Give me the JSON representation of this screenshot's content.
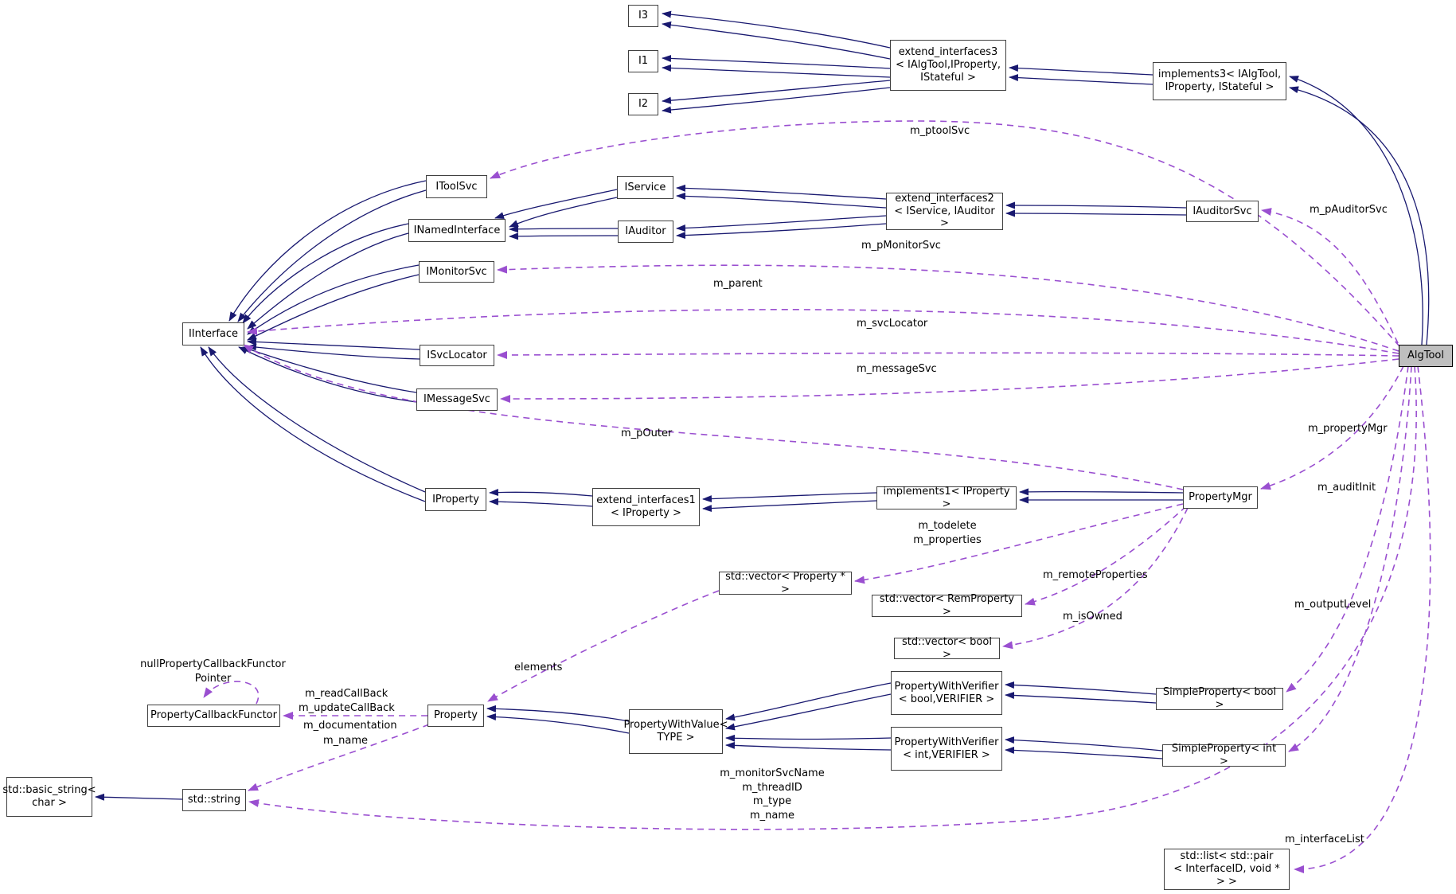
{
  "diagram": {
    "colors": {
      "inheritance_edge": "#191970",
      "usage_edge": "#9a4fd0",
      "node_background": "#ffffff",
      "node_border": "#404040",
      "highlight_background": "#bfbfbf"
    },
    "nodes": {
      "i3": {
        "label": "I3"
      },
      "i1": {
        "label": "I1"
      },
      "i2": {
        "label": "I2"
      },
      "ext3": {
        "label": "extend_interfaces3\n< IAlgTool,IProperty,\nIStateful >"
      },
      "impl3": {
        "label": "implements3< IAlgTool,\nIProperty, IStateful >"
      },
      "itoolsvc": {
        "label": "IToolSvc"
      },
      "iservice": {
        "label": "IService"
      },
      "ext2": {
        "label": "extend_interfaces2\n< IService, IAuditor >"
      },
      "iauditorsvc": {
        "label": "IAuditorSvc"
      },
      "inamedinterface": {
        "label": "INamedInterface"
      },
      "iauditor": {
        "label": "IAuditor"
      },
      "imonitorsvc": {
        "label": "IMonitorSvc"
      },
      "iinterface": {
        "label": "IInterface"
      },
      "isvclocator": {
        "label": "ISvcLocator"
      },
      "imessagesvc": {
        "label": "IMessageSvc"
      },
      "algtool": {
        "label": "AlgTool"
      },
      "iproperty": {
        "label": "IProperty"
      },
      "ext1": {
        "label": "extend_interfaces1\n< IProperty >"
      },
      "impl1": {
        "label": "implements1< IProperty >"
      },
      "propertymgr": {
        "label": "PropertyMgr"
      },
      "vec_property": {
        "label": "std::vector< Property * >"
      },
      "vec_remproperty": {
        "label": "std::vector< RemProperty >"
      },
      "vec_bool": {
        "label": "std::vector< bool >"
      },
      "callback_functor": {
        "label": "PropertyCallbackFunctor"
      },
      "property": {
        "label": "Property"
      },
      "pwv": {
        "label": "PropertyWithValue<\nTYPE >"
      },
      "pwv_bool": {
        "label": "PropertyWithVerifier\n< bool,VERIFIER >"
      },
      "pwv_int": {
        "label": "PropertyWithVerifier\n< int,VERIFIER >"
      },
      "simple_bool": {
        "label": "SimpleProperty< bool >"
      },
      "simple_int": {
        "label": "SimpleProperty< int >"
      },
      "basic_string": {
        "label": "std::basic_string<\nchar >"
      },
      "std_string": {
        "label": "std::string"
      },
      "std_list": {
        "label": "std::list< std::pair\n< InterfaceID, void * > >"
      }
    },
    "edge_labels": {
      "m_ptoolSvc": "m_ptoolSvc",
      "m_pAuditorSvc": "m_pAuditorSvc",
      "m_pMonitorSvc": "m_pMonitorSvc",
      "m_parent": "m_parent",
      "m_svcLocator": "m_svcLocator",
      "m_messageSvc": "m_messageSvc",
      "m_pOuter": "m_pOuter",
      "m_propertyMgr": "m_propertyMgr",
      "m_auditInit": "m_auditInit",
      "m_outputLevel": "m_outputLevel",
      "m_todelete_properties": "m_todelete\nm_properties",
      "m_remoteProperties": "m_remoteProperties",
      "m_isOwned": "m_isOwned",
      "elements": "elements",
      "null_functor_pointer": "nullPropertyCallbackFunctor\nPointer",
      "m_readCallBack": "m_readCallBack",
      "m_updateCallBack": "m_updateCallBack",
      "m_documentation": "m_documentation",
      "m_name": "m_name",
      "m_string_members": "m_monitorSvcName\nm_threadID\nm_type\nm_name",
      "m_interfaceList": "m_interfaceList"
    }
  }
}
